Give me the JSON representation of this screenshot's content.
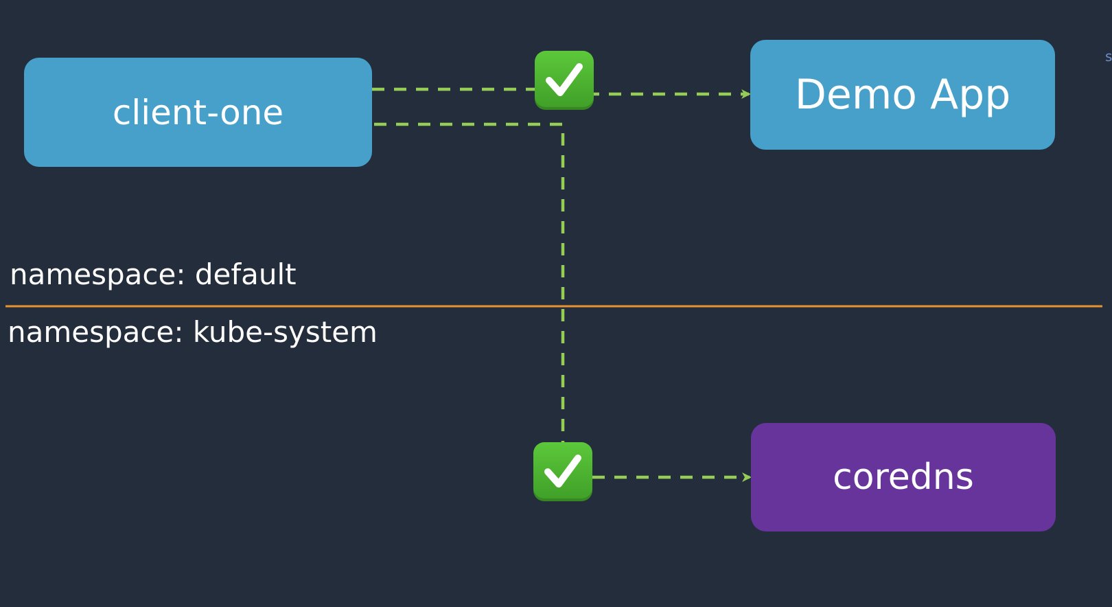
{
  "colors": {
    "background": "#242d3c",
    "app_node": "#46a0c9",
    "system_node": "#66349b",
    "namespace_divider": "#e8932f",
    "connection": "#96cd56",
    "check_badge": "#4cb531"
  },
  "nodes": {
    "client": {
      "label": "client-one"
    },
    "demo_app": {
      "label": "Demo App"
    },
    "coredns": {
      "label": "coredns"
    }
  },
  "namespaces": {
    "upper": "namespace: default",
    "lower": "namespace: kube-system"
  },
  "edges": [
    {
      "from": "client-one",
      "to": "Demo App",
      "status_icon": "check-icon"
    },
    {
      "from": "client-one",
      "to": "coredns",
      "status_icon": "check-icon"
    }
  ],
  "edge_text": "s"
}
